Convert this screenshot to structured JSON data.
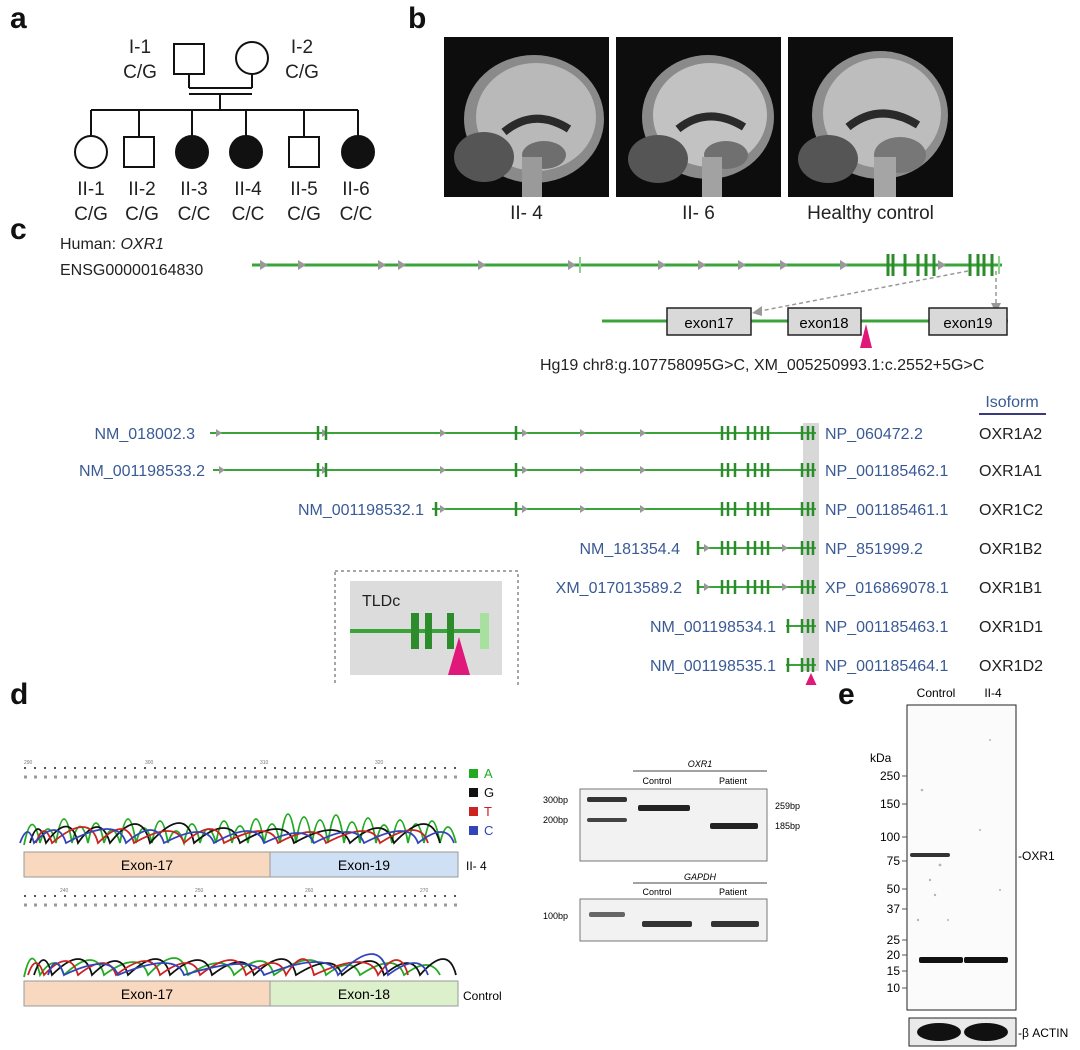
{
  "panels": {
    "a": "a",
    "b": "b",
    "c": "c",
    "d": "d",
    "e": "e"
  },
  "pedigree": {
    "parents": [
      {
        "id": "I-1",
        "genotype": "C/G",
        "sex": "male",
        "affected": false
      },
      {
        "id": "I-2",
        "genotype": "C/G",
        "sex": "female",
        "affected": false
      }
    ],
    "children": [
      {
        "id": "II-1",
        "genotype": "C/G",
        "sex": "female",
        "affected": false
      },
      {
        "id": "II-2",
        "genotype": "C/G",
        "sex": "male",
        "affected": false
      },
      {
        "id": "II-3",
        "genotype": "C/C",
        "sex": "female",
        "affected": true
      },
      {
        "id": "II-4",
        "genotype": "C/C",
        "sex": "female",
        "affected": true
      },
      {
        "id": "II-5",
        "genotype": "C/G",
        "sex": "male",
        "affected": false
      },
      {
        "id": "II-6",
        "genotype": "C/C",
        "sex": "female",
        "affected": true
      }
    ]
  },
  "mri": {
    "labels": [
      "II- 4",
      "II- 6",
      "Healthy control"
    ]
  },
  "gene": {
    "species_prefix": "Human: ",
    "name": "OXR1",
    "ensembl": "ENSG00000164830",
    "exons": [
      "exon17",
      "exon18",
      "exon19"
    ],
    "variant": "Hg19 chr8:g.107758095G>C, XM_005250993.1:c.2552+5G>C",
    "isoform_header": "Isoform",
    "domain_label": "TLDc",
    "transcripts": [
      {
        "nm": "NM_018002.3",
        "np": "NP_060472.2",
        "isoform": "OXR1A2"
      },
      {
        "nm": "NM_001198533.2",
        "np": "NP_001185462.1",
        "isoform": "OXR1A1"
      },
      {
        "nm": "NM_001198532.1",
        "np": "NP_001185461.1",
        "isoform": "OXR1C2"
      },
      {
        "nm": "NM_181354.4",
        "np": "NP_851999.2",
        "isoform": "OXR1B2"
      },
      {
        "nm": "XM_017013589.2",
        "np": "XP_016869078.1",
        "isoform": "OXR1B1"
      },
      {
        "nm": "NM_001198534.1",
        "np": "NP_001185463.1",
        "isoform": "OXR1D1"
      },
      {
        "nm": "NM_001198535.1",
        "np": "NP_001185464.1",
        "isoform": "OXR1D2"
      }
    ]
  },
  "sequencing": {
    "legend": [
      {
        "base": "A",
        "color": "#22aa22"
      },
      {
        "base": "G",
        "color": "#111111"
      },
      {
        "base": "T",
        "color": "#cc2222"
      },
      {
        "base": "C",
        "color": "#3344bb"
      }
    ],
    "patient": {
      "exon_left": "Exon-17",
      "exon_right": "Exon-19",
      "label": "II- 4",
      "positions": [
        "290",
        "300",
        "310",
        "320"
      ]
    },
    "control": {
      "exon_left": "Exon-17",
      "exon_right": "Exon-18",
      "label": "Control",
      "positions": [
        "240",
        "250",
        "260",
        "270"
      ]
    }
  },
  "gel": {
    "oxr1_title": "OXR1",
    "gapdh_title": "GAPDH",
    "lanes": [
      "Control",
      "Patient"
    ],
    "ladder_top": [
      "300bp",
      "200bp"
    ],
    "ladder_bottom": [
      "100bp"
    ],
    "band_sizes": [
      "259bp",
      "185bp"
    ]
  },
  "western": {
    "lanes": [
      "Control",
      "II-4"
    ],
    "unit": "kDa",
    "markers": [
      "250",
      "150",
      "100",
      "75",
      "50",
      "37",
      "25",
      "20",
      "15",
      "10"
    ],
    "target": "-OXR1",
    "loading_control": "-β ACTIN"
  },
  "colors": {
    "accent_green": "#3aa43a",
    "magenta": "#e0187a",
    "link_blue": "#3a5a95",
    "exon17_fill": "#f8d9bf",
    "exon19_fill": "#cfe0f4",
    "exon18_fill": "#dcf0cc"
  }
}
